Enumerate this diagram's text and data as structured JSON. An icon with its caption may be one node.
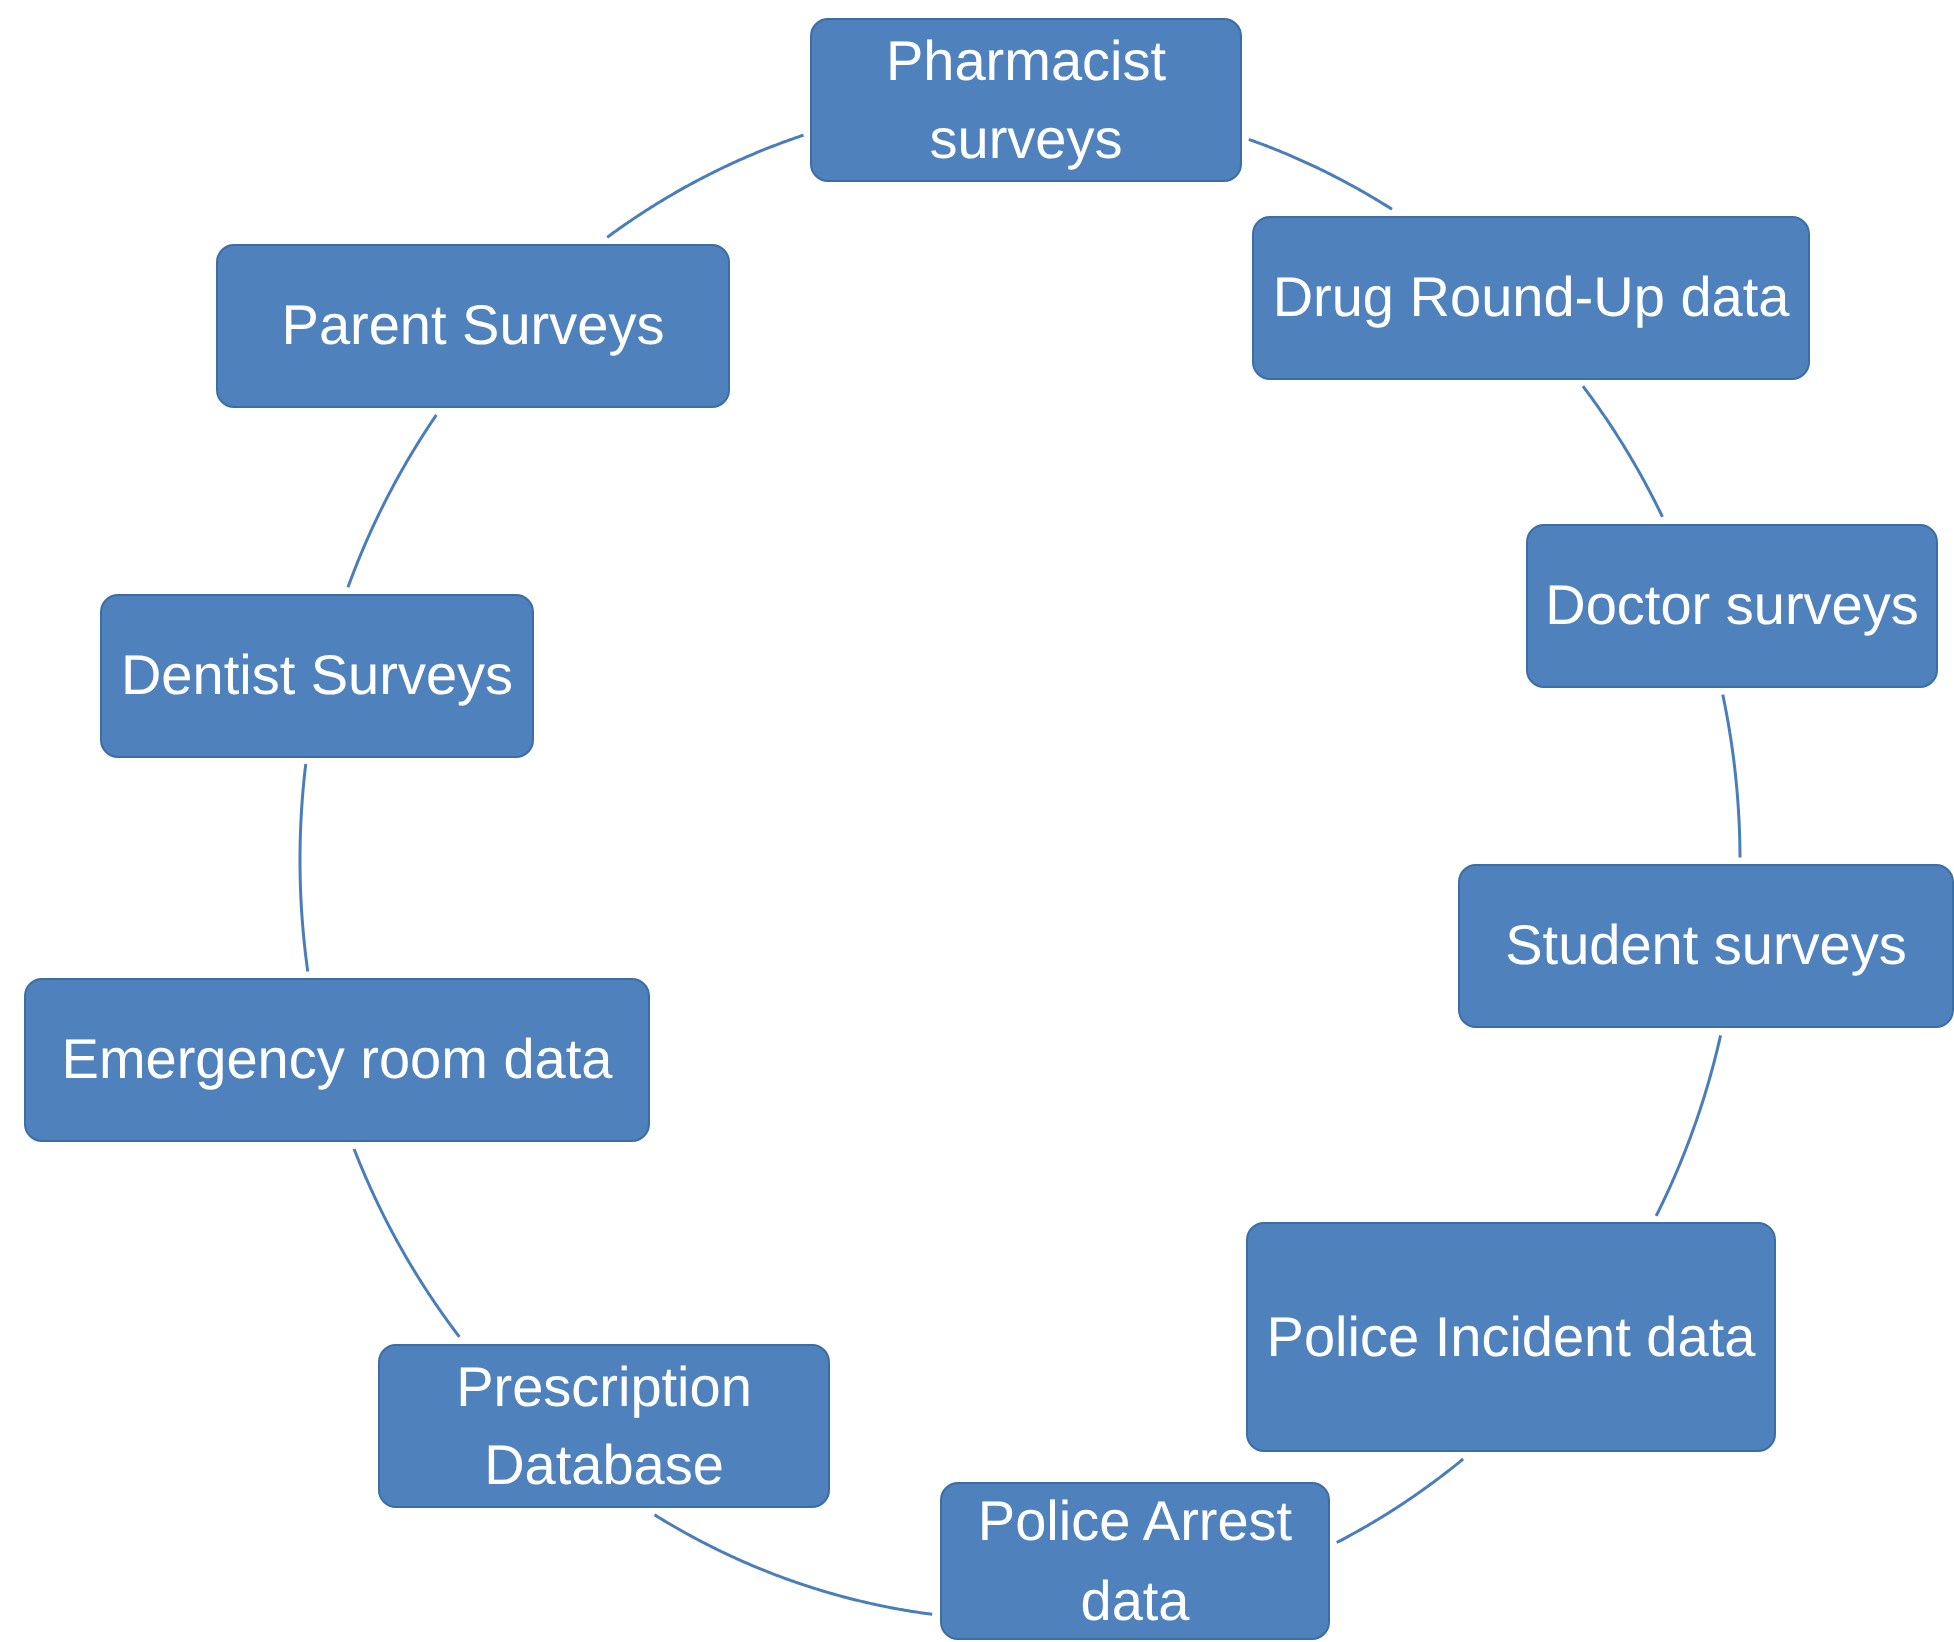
{
  "diagram": {
    "nodes": [
      {
        "text": [
          "Pharmacist surveys"
        ]
      },
      {
        "text": [
          "Drug Round-Up data"
        ]
      },
      {
        "text": [
          "Doctor surveys"
        ]
      },
      {
        "text": [
          "Student surveys"
        ]
      },
      {
        "text": [
          "Police Incident data"
        ]
      },
      {
        "text": [
          "Police Arrest data"
        ]
      },
      {
        "text": [
          "Prescription Database"
        ]
      },
      {
        "text": [
          "Emergency room data"
        ]
      },
      {
        "text": [
          "Dentist Surveys"
        ]
      },
      {
        "text": [
          "Parent Surveys"
        ]
      }
    ],
    "edges": [
      {
        "from": 0,
        "to": 1,
        "arrow": "none"
      },
      {
        "from": 1,
        "to": 2,
        "arrow": "none"
      },
      {
        "from": 2,
        "to": 3,
        "arrow": "none"
      },
      {
        "from": 3,
        "to": 4,
        "arrow": "none"
      },
      {
        "from": 4,
        "to": 5,
        "arrow": "none"
      },
      {
        "from": 5,
        "to": 6,
        "arrow": "none"
      },
      {
        "from": 6,
        "to": 7,
        "arrow": "none"
      },
      {
        "from": 7,
        "to": 8,
        "arrow": "none"
      },
      {
        "from": 8,
        "to": 9,
        "arrow": "none"
      },
      {
        "from": 9,
        "to": 0,
        "arrow": "none"
      }
    ]
  }
}
